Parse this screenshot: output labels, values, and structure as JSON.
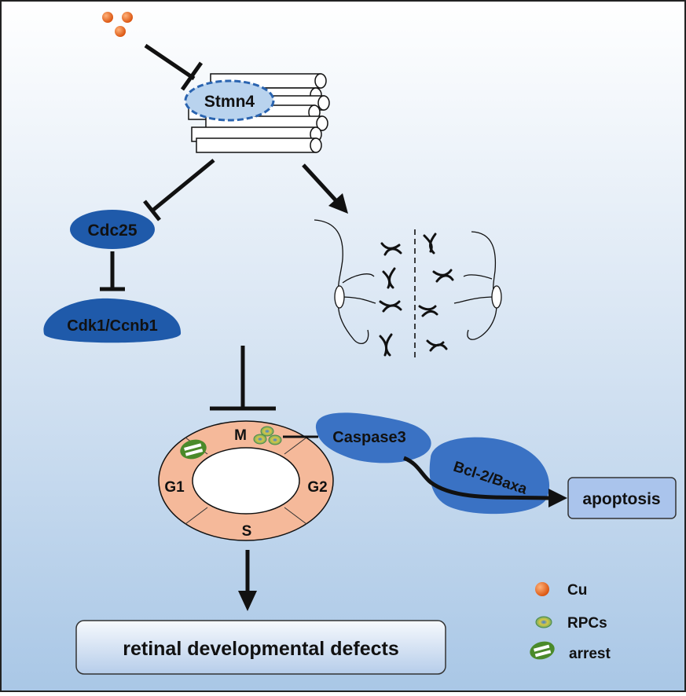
{
  "microtubule": {
    "label": "Stmn4"
  },
  "left_pathway": {
    "cdc25": "Cdc25",
    "cdk1": "Cdk1/Ccnb1"
  },
  "cell_cycle": {
    "m": "M",
    "g1": "G1",
    "g2": "G2",
    "s": "S"
  },
  "apoptosis_pathway": {
    "caspase": "Caspase3",
    "bcl": "Bcl-2/Baxa",
    "outcome": "apoptosis"
  },
  "outcome": {
    "label": "retinal developmental defects"
  },
  "legend": {
    "cu": "Cu",
    "rpcs": "RPCs",
    "arrest": "arrest"
  },
  "colors": {
    "bg_top": "#ffffff",
    "bg_bottom": "#aac8e6",
    "protein_dark": "#1f5aaa",
    "protein_mid": "#3a72c4",
    "cycle_fill": "#f5b99a",
    "cu": "#e05a10",
    "arrest_green": "#4a8a2a",
    "stmn4_fill": "#b9d3ee",
    "box_fill": "#aac4ec"
  }
}
